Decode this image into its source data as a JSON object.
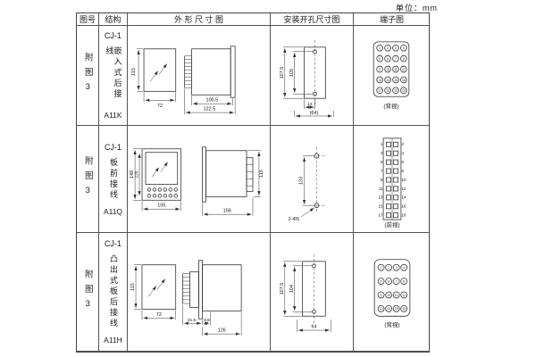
{
  "unit_label": "单位：mm",
  "table": {
    "headers": {
      "fig": "图号",
      "struct": "结构",
      "outline": "外 形 尺 寸 图",
      "mounting": "安装开孔尺寸图",
      "terminal": "端子图"
    },
    "rows": [
      {
        "fig": "附图3",
        "series": "CJ-1",
        "struct_desc": "嵌入式后接线",
        "model": "A11K",
        "dims": {
          "height": "115",
          "width": "72",
          "depth1": "100.5",
          "depth2": "122.5"
        },
        "mount": {
          "d1": "107.5",
          "d2": "105",
          "d3": "14",
          "d4": "(64)"
        },
        "terminal_label": "(背视)"
      },
      {
        "fig": "附图3",
        "series": "CJ-1",
        "struct_desc": "板前接线",
        "model": "A11Q",
        "dims": {
          "height": "149",
          "height2": "125",
          "width": "105",
          "depth": "156",
          "side_height": "115"
        },
        "mount": {
          "d1": "133",
          "d2": "2-Φ5"
        },
        "terminal_label": "(前视)"
      },
      {
        "fig": "附图3",
        "series": "CJ-1",
        "struct_desc": "凸出式板后接线",
        "model": "A11H",
        "dims": {
          "height": "115",
          "width": "72",
          "d1": "31.5",
          "d2": "9.5",
          "depth": "126"
        },
        "mount": {
          "d1": "107.5",
          "d2": "104",
          "d3": "64"
        },
        "terminal_label": "(背视)"
      }
    ],
    "terminals": {
      "row1": [
        "1",
        "2",
        "3",
        "4",
        "5",
        "6",
        "7",
        "8",
        "9",
        "10",
        "11",
        "12",
        "13",
        "14",
        "15",
        "16",
        "17",
        "18",
        "19",
        "20"
      ],
      "row2": [
        "1",
        "2",
        "3",
        "4",
        "5",
        "6",
        "7",
        "8",
        "9",
        "10",
        "11",
        "12",
        "13",
        "14",
        "15",
        "16",
        "17",
        "18"
      ],
      "row3": [
        "1",
        "2",
        "3",
        "4",
        "5",
        "6",
        "7",
        "8",
        "9",
        "10",
        "11",
        "12",
        "13",
        "14",
        "15",
        "16"
      ]
    }
  }
}
